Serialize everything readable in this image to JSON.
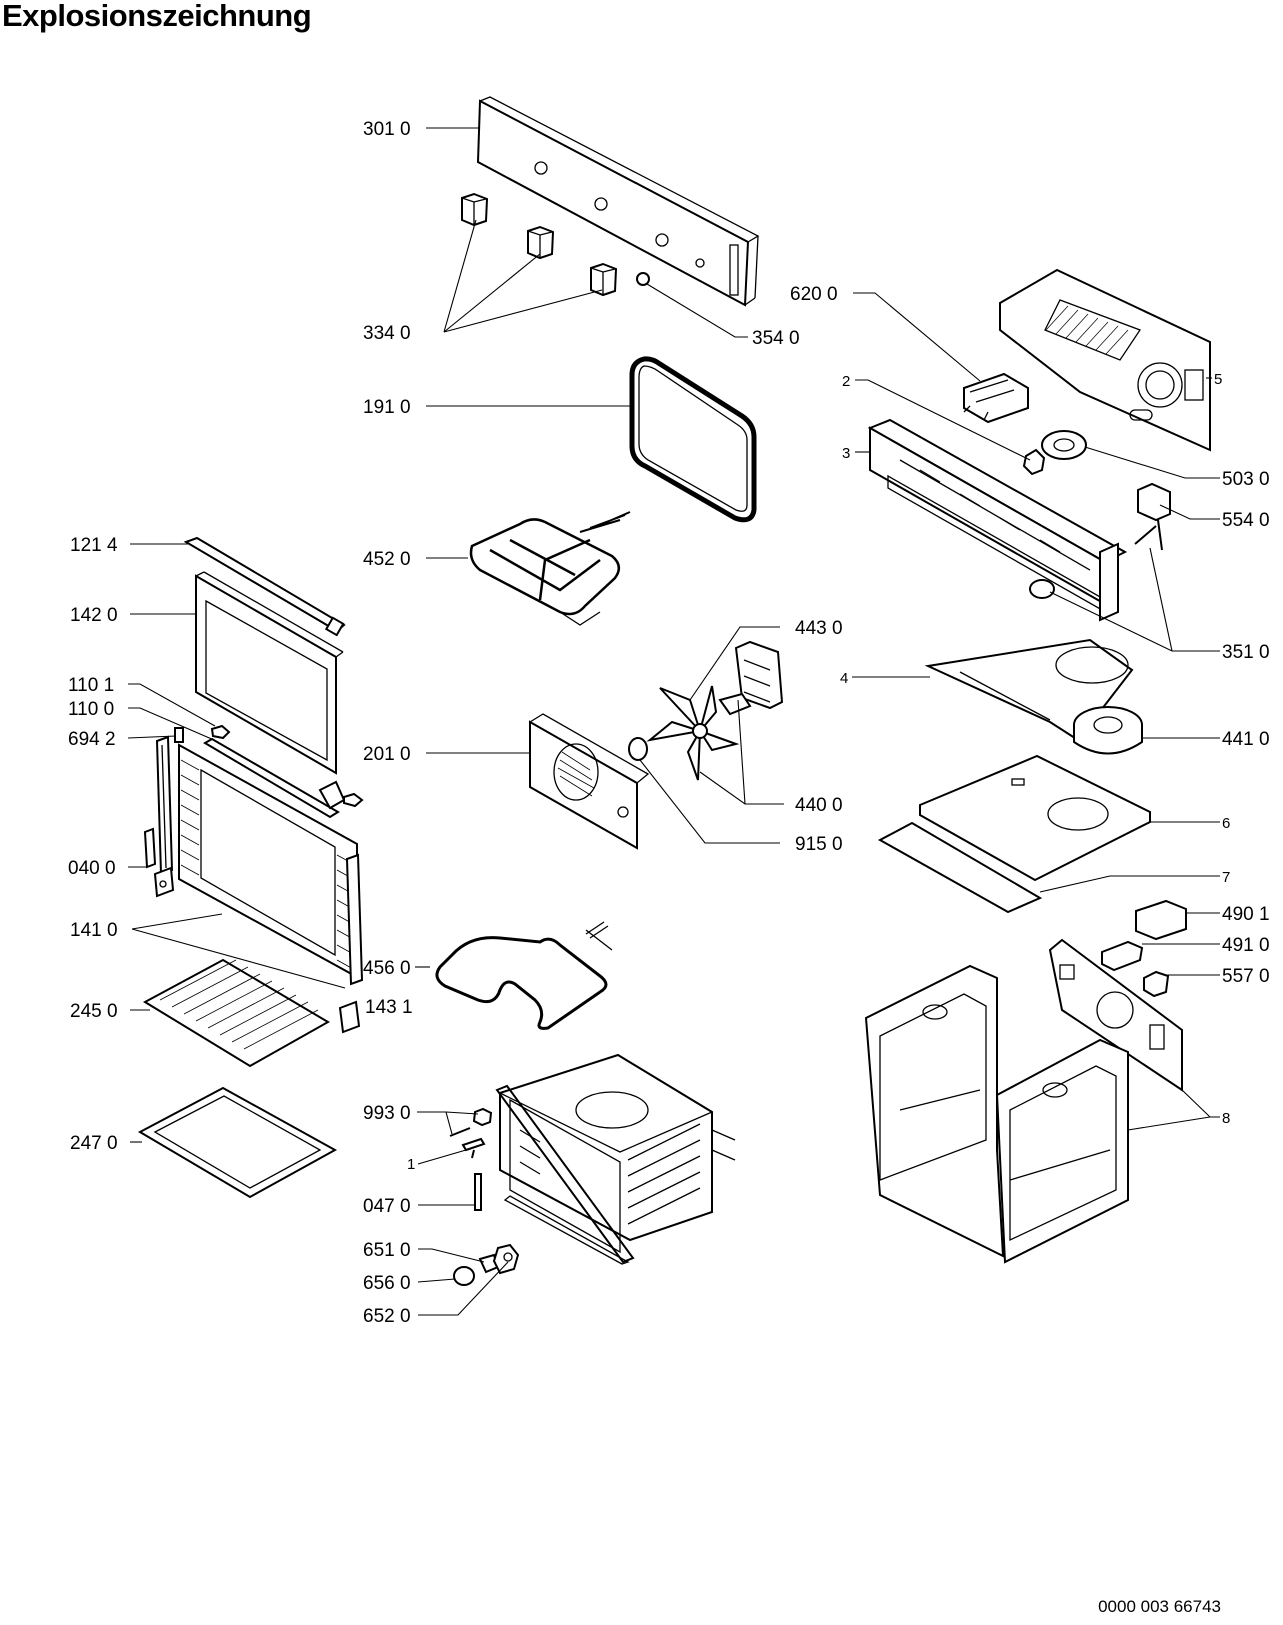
{
  "title": "Explosionszeichnung",
  "document_number": "0000 003 66743",
  "callouts": [
    {
      "id": "p3010",
      "label": "301 0"
    },
    {
      "id": "p3340",
      "label": "334 0"
    },
    {
      "id": "p3540",
      "label": "354 0"
    },
    {
      "id": "p1910",
      "label": "191 0"
    },
    {
      "id": "p4520",
      "label": "452 0"
    },
    {
      "id": "p1214",
      "label": "121 4"
    },
    {
      "id": "p1420",
      "label": "142 0"
    },
    {
      "id": "p1101",
      "label": "110 1"
    },
    {
      "id": "p1100",
      "label": "110 0"
    },
    {
      "id": "p6942",
      "label": "694 2"
    },
    {
      "id": "p0400",
      "label": "040 0"
    },
    {
      "id": "p1410",
      "label": "141 0"
    },
    {
      "id": "p4560",
      "label": "456 0"
    },
    {
      "id": "p1431",
      "label": "143 1"
    },
    {
      "id": "p2450",
      "label": "245 0"
    },
    {
      "id": "p2470",
      "label": "247 0"
    },
    {
      "id": "p2010",
      "label": "201 0"
    },
    {
      "id": "p4430",
      "label": "443 0"
    },
    {
      "id": "p4400",
      "label": "440 0"
    },
    {
      "id": "p9150",
      "label": "915 0"
    },
    {
      "id": "p9930",
      "label": "993 0"
    },
    {
      "id": "p1",
      "label": "1"
    },
    {
      "id": "p0470",
      "label": "047 0"
    },
    {
      "id": "p6510",
      "label": "651 0"
    },
    {
      "id": "p6560",
      "label": "656 0"
    },
    {
      "id": "p6520",
      "label": "652 0"
    },
    {
      "id": "p6200",
      "label": "620 0"
    },
    {
      "id": "p5",
      "label": "5"
    },
    {
      "id": "p2",
      "label": "2"
    },
    {
      "id": "p3",
      "label": "3"
    },
    {
      "id": "p5030",
      "label": "503 0"
    },
    {
      "id": "p5540",
      "label": "554 0"
    },
    {
      "id": "p3510",
      "label": "351 0"
    },
    {
      "id": "p4",
      "label": "4"
    },
    {
      "id": "p4410",
      "label": "441 0"
    },
    {
      "id": "p6",
      "label": "6"
    },
    {
      "id": "p7",
      "label": "7"
    },
    {
      "id": "p4901",
      "label": "490 1"
    },
    {
      "id": "p4910",
      "label": "491 0"
    },
    {
      "id": "p5570",
      "label": "557 0"
    },
    {
      "id": "p8",
      "label": "8"
    }
  ]
}
